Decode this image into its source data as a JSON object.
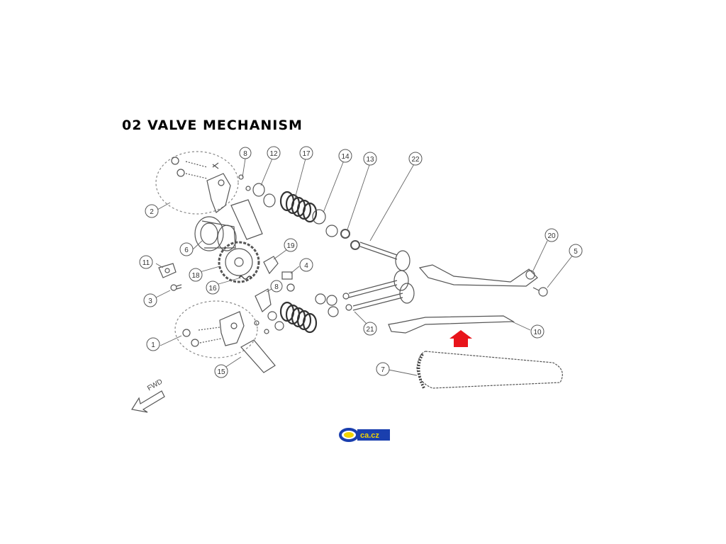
{
  "title": "02 VALVE MECHANISM",
  "direction_label": "FWD",
  "logo_text": "ca.cz",
  "callouts": [
    {
      "id": "c1",
      "label": "1"
    },
    {
      "id": "c2",
      "label": "2"
    },
    {
      "id": "c3",
      "label": "3"
    },
    {
      "id": "c4",
      "label": "4"
    },
    {
      "id": "c5",
      "label": "5"
    },
    {
      "id": "c6",
      "label": "6"
    },
    {
      "id": "c7",
      "label": "7"
    },
    {
      "id": "c8a",
      "label": "8"
    },
    {
      "id": "c8b",
      "label": "8"
    },
    {
      "id": "c10",
      "label": "10"
    },
    {
      "id": "c11",
      "label": "11"
    },
    {
      "id": "c12",
      "label": "12"
    },
    {
      "id": "c13",
      "label": "13"
    },
    {
      "id": "c14",
      "label": "14"
    },
    {
      "id": "c15",
      "label": "15"
    },
    {
      "id": "c16",
      "label": "16"
    },
    {
      "id": "c17",
      "label": "17"
    },
    {
      "id": "c18",
      "label": "18"
    },
    {
      "id": "c19",
      "label": "19"
    },
    {
      "id": "c20",
      "label": "20"
    },
    {
      "id": "c21",
      "label": "21"
    },
    {
      "id": "c22",
      "label": "22"
    }
  ],
  "colors": {
    "line": "#555555",
    "highlight_arrow": "#e8141b",
    "logo_blue": "#1a3fae",
    "logo_yellow": "#f2d400"
  }
}
